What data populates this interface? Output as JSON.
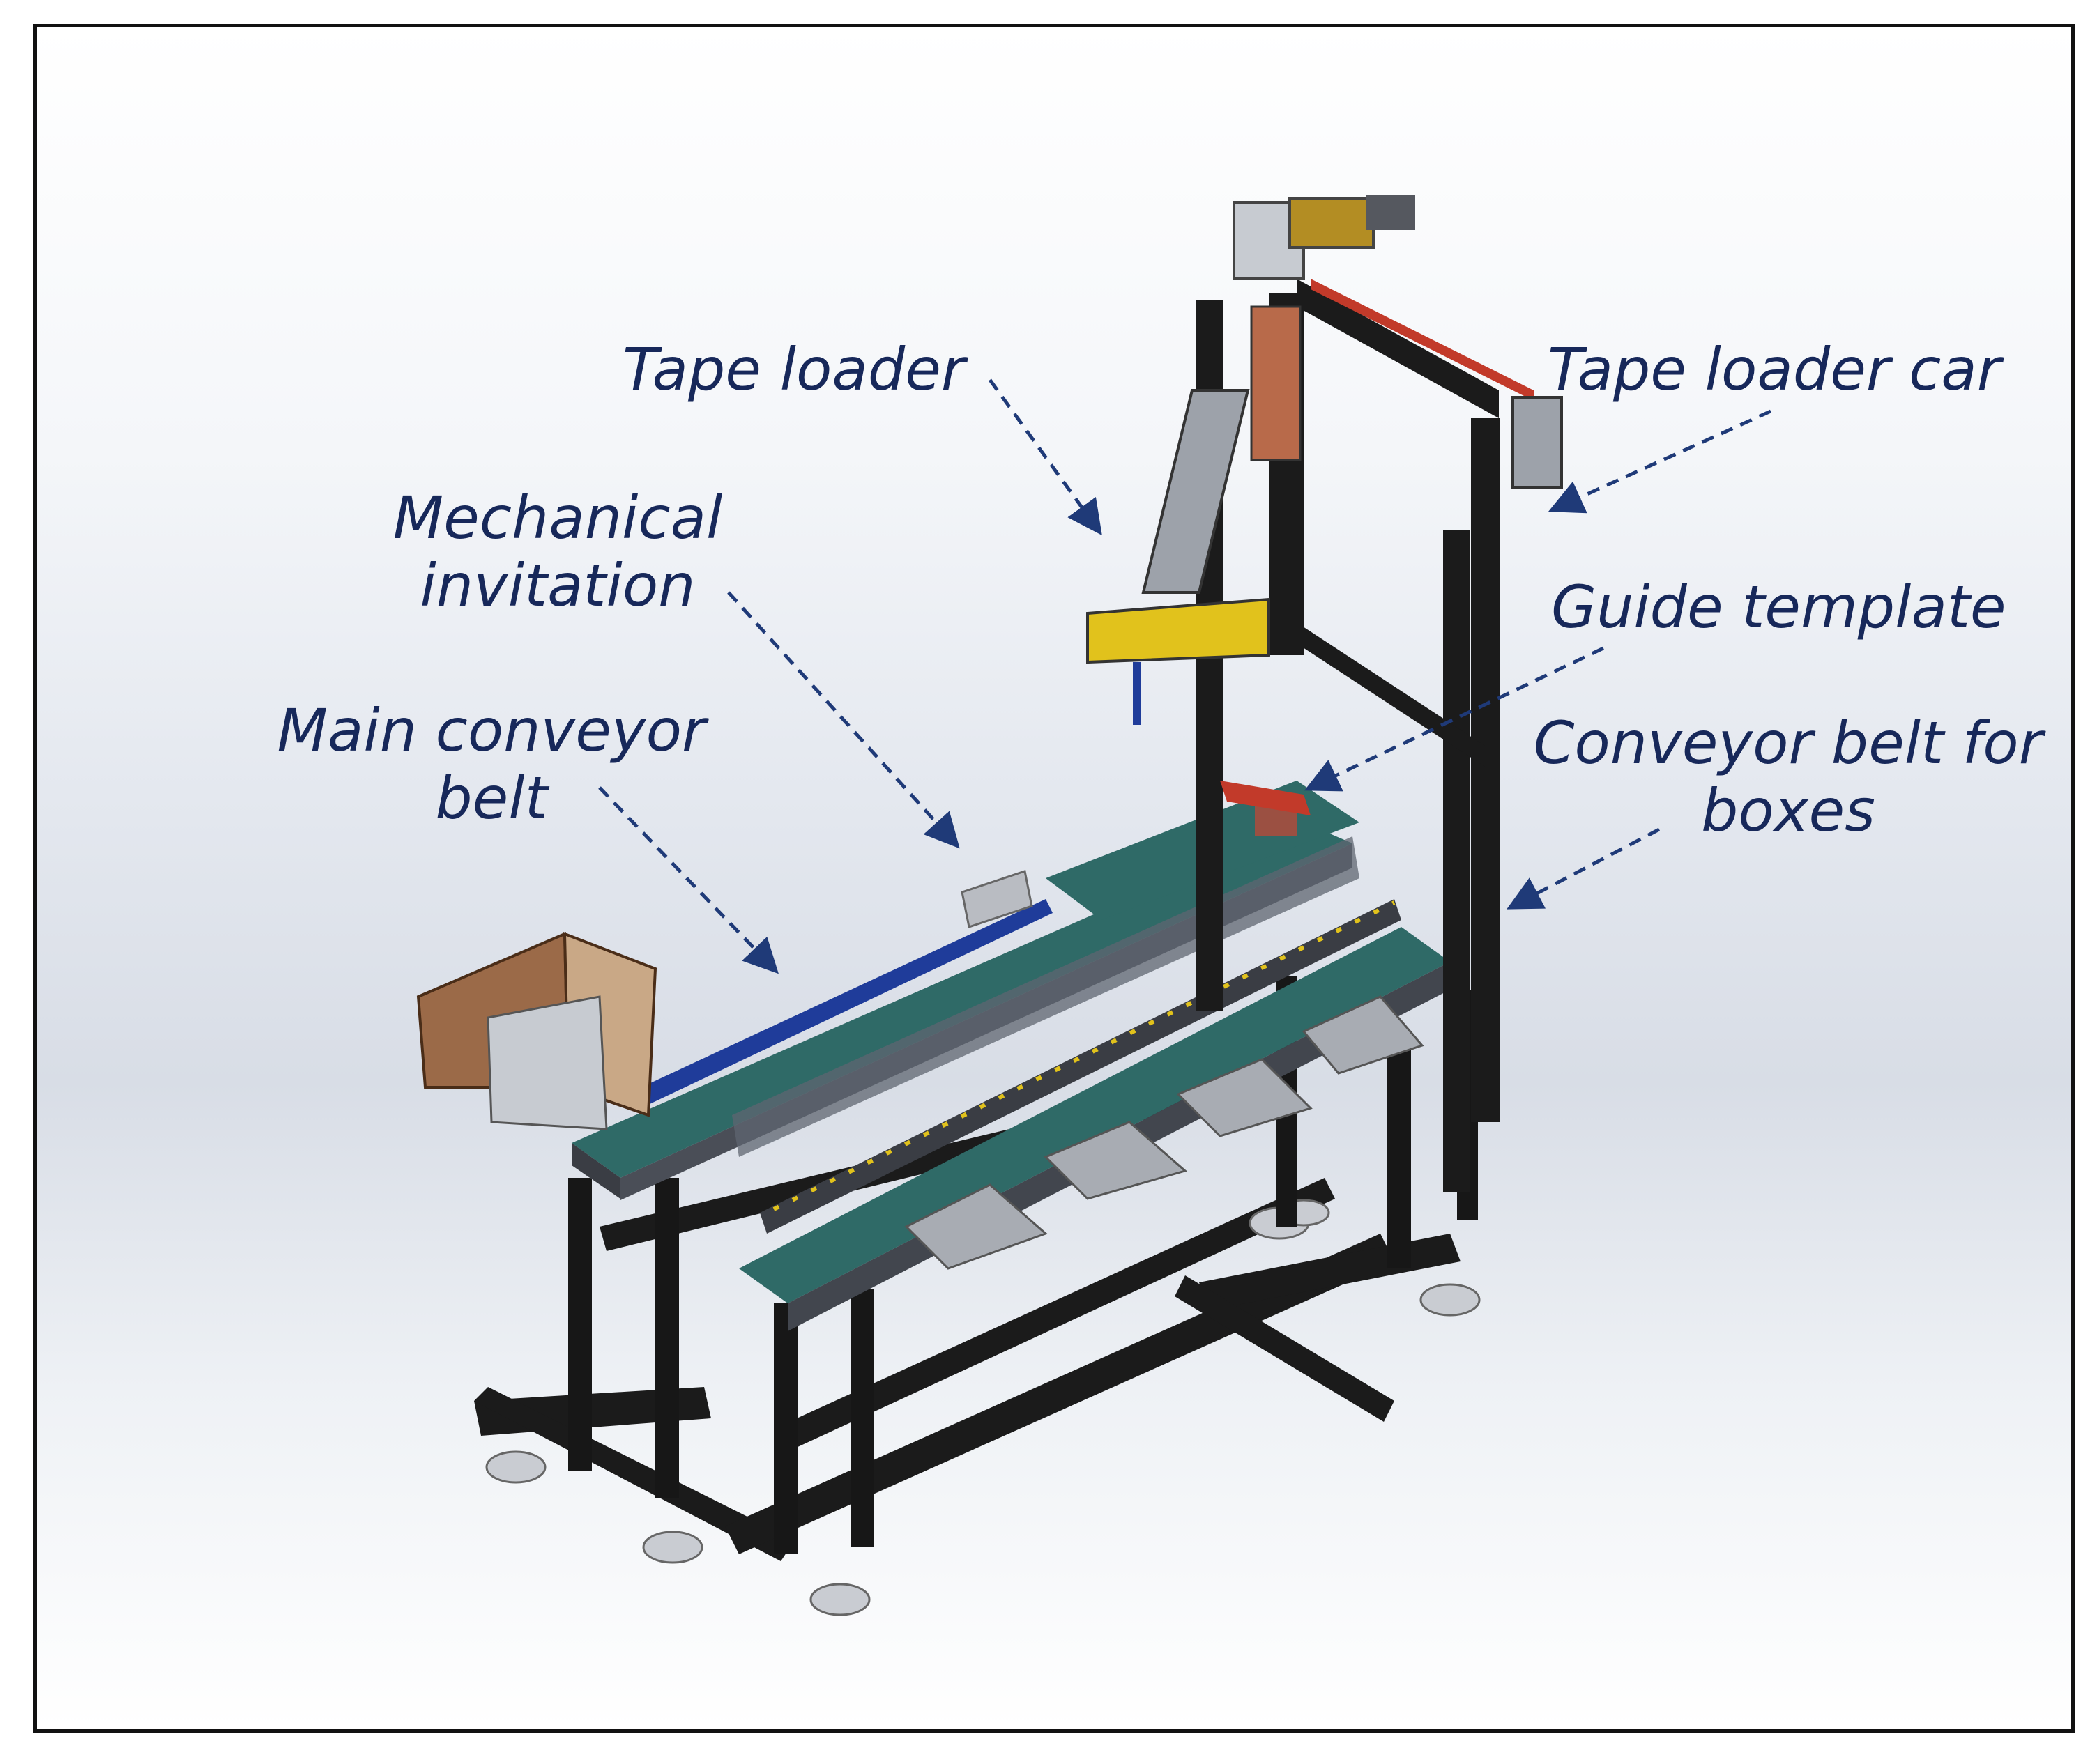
{
  "labels": {
    "tape_loader": "Tape loader",
    "tape_loader_car": "Tape loader car",
    "mechanical_invitation_1": "Mechanical",
    "mechanical_invitation_2": "invitation",
    "guide_template": "Guide template",
    "main_conveyor_1": "Main conveyor",
    "main_conveyor_2": "belt",
    "conveyor_boxes_1": "Conveyor belt for",
    "conveyor_boxes_2": "boxes"
  },
  "colors": {
    "label_text": "#17285a",
    "arrow": "#1f3a78",
    "frame_steel": "#1a1a1a",
    "belt": "#2f6a67",
    "blue_rail": "#1f3c9a",
    "cardboard": "#9b6a48",
    "yellow_tray": "#e1c21c",
    "red_rail": "#c23a2a"
  }
}
